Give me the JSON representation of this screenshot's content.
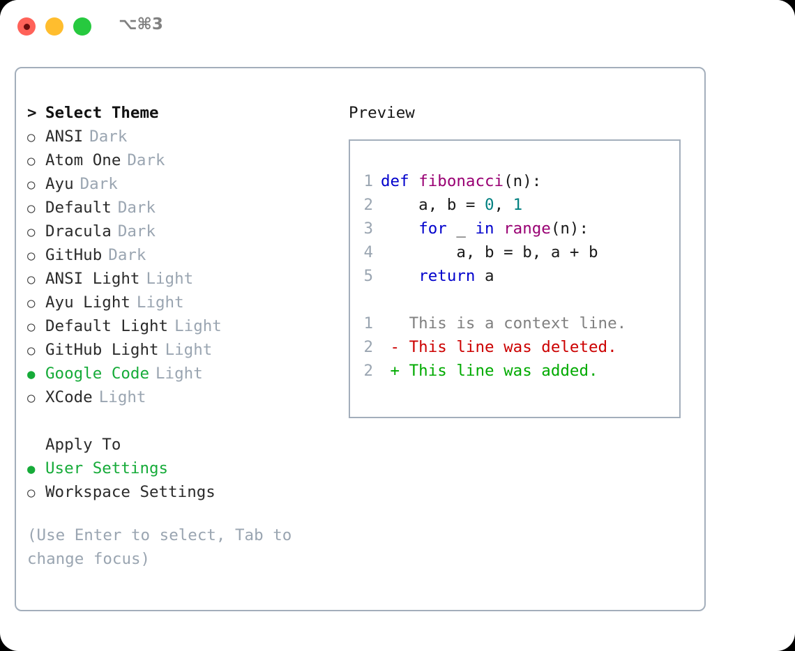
{
  "titlebar": {
    "shortcut": "⌥⌘3",
    "lights": [
      "close",
      "minimize",
      "zoom"
    ]
  },
  "left": {
    "header": {
      "marker": ">",
      "label": "Select Theme"
    },
    "themes": [
      {
        "marker": "○",
        "name": "ANSI",
        "tag": "Dark",
        "selected": false
      },
      {
        "marker": "○",
        "name": "Atom One",
        "tag": "Dark",
        "selected": false
      },
      {
        "marker": "○",
        "name": "Ayu",
        "tag": "Dark",
        "selected": false
      },
      {
        "marker": "○",
        "name": "Default",
        "tag": "Dark",
        "selected": false
      },
      {
        "marker": "○",
        "name": "Dracula",
        "tag": "Dark",
        "selected": false
      },
      {
        "marker": "○",
        "name": "GitHub",
        "tag": "Dark",
        "selected": false
      },
      {
        "marker": "○",
        "name": "ANSI Light",
        "tag": "Light",
        "selected": false
      },
      {
        "marker": "○",
        "name": "Ayu Light",
        "tag": "Light",
        "selected": false
      },
      {
        "marker": "○",
        "name": "Default Light",
        "tag": "Light",
        "selected": false
      },
      {
        "marker": "○",
        "name": "GitHub Light",
        "tag": "Light",
        "selected": false
      },
      {
        "marker": "●",
        "name": "Google Code",
        "tag": "Light",
        "selected": true
      },
      {
        "marker": "○",
        "name": "XCode",
        "tag": "Light",
        "selected": false
      }
    ],
    "apply_to": {
      "header": "Apply To",
      "options": [
        {
          "marker": "●",
          "name": "User Settings",
          "selected": true
        },
        {
          "marker": "○",
          "name": "Workspace Settings",
          "selected": false
        }
      ]
    },
    "hint": "(Use Enter to select, Tab to change focus)"
  },
  "right": {
    "preview_label": "Preview",
    "code": [
      {
        "no": "1",
        "tokens": [
          {
            "t": "def",
            "c": "kw"
          },
          {
            "t": " ",
            "c": "pln"
          },
          {
            "t": "fibonacci",
            "c": "fn"
          },
          {
            "t": "(n):",
            "c": "pln"
          }
        ]
      },
      {
        "no": "2",
        "tokens": [
          {
            "t": "    a, b = ",
            "c": "pln"
          },
          {
            "t": "0",
            "c": "num"
          },
          {
            "t": ", ",
            "c": "pln"
          },
          {
            "t": "1",
            "c": "num"
          }
        ]
      },
      {
        "no": "3",
        "tokens": [
          {
            "t": "    ",
            "c": "pln"
          },
          {
            "t": "for",
            "c": "kw"
          },
          {
            "t": " _ ",
            "c": "pln"
          },
          {
            "t": "in",
            "c": "kw"
          },
          {
            "t": " ",
            "c": "pln"
          },
          {
            "t": "range",
            "c": "fn"
          },
          {
            "t": "(n):",
            "c": "pln"
          }
        ]
      },
      {
        "no": "4",
        "tokens": [
          {
            "t": "        a, b = b, a + b",
            "c": "pln"
          }
        ]
      },
      {
        "no": "5",
        "tokens": [
          {
            "t": "    ",
            "c": "pln"
          },
          {
            "t": "return",
            "c": "kw"
          },
          {
            "t": " a",
            "c": "pln"
          }
        ]
      }
    ],
    "diff": [
      {
        "no": "1",
        "tokens": [
          {
            "t": "   This is a context line.",
            "c": "ctx"
          }
        ]
      },
      {
        "no": "2",
        "tokens": [
          {
            "t": " - This line was deleted.",
            "c": "del"
          }
        ]
      },
      {
        "no": "2",
        "tokens": [
          {
            "t": " + This line was added.",
            "c": "add"
          }
        ]
      }
    ]
  },
  "colors": {
    "accent_green": "#16ab39",
    "border": "#a3aebb",
    "muted": "#9aa5b1",
    "keyword": "#0000cc",
    "function": "#990073",
    "number": "#008080",
    "deleted": "#cc0000",
    "added": "#00aa00"
  }
}
